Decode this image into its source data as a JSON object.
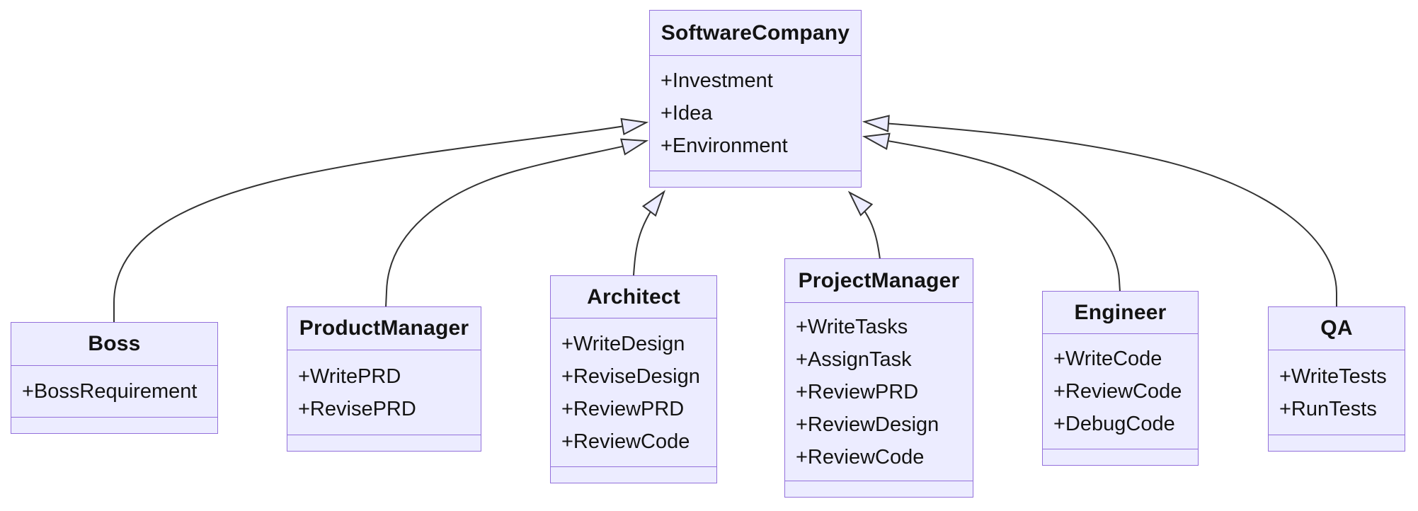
{
  "diagram": {
    "kind": "uml-class-diagram",
    "classes": [
      {
        "name": "SoftwareCompany",
        "attributes": [
          "+Investment",
          "+Idea",
          "+Environment"
        ]
      },
      {
        "name": "Boss",
        "attributes": [
          "+BossRequirement"
        ]
      },
      {
        "name": "ProductManager",
        "attributes": [
          "+WritePRD",
          "+RevisePRD"
        ]
      },
      {
        "name": "Architect",
        "attributes": [
          "+WriteDesign",
          "+ReviseDesign",
          "+ReviewPRD",
          "+ReviewCode"
        ]
      },
      {
        "name": "ProjectManager",
        "attributes": [
          "+WriteTasks",
          "+AssignTask",
          "+ReviewPRD",
          "+ReviewDesign",
          "+ReviewCode"
        ]
      },
      {
        "name": "Engineer",
        "attributes": [
          "+WriteCode",
          "+ReviewCode",
          "+DebugCode"
        ]
      },
      {
        "name": "QA",
        "attributes": [
          "+WriteTests",
          "+RunTests"
        ]
      }
    ],
    "relations": [
      {
        "from": "Boss",
        "to": "SoftwareCompany",
        "type": "inheritance"
      },
      {
        "from": "ProductManager",
        "to": "SoftwareCompany",
        "type": "inheritance"
      },
      {
        "from": "Architect",
        "to": "SoftwareCompany",
        "type": "inheritance"
      },
      {
        "from": "ProjectManager",
        "to": "SoftwareCompany",
        "type": "inheritance"
      },
      {
        "from": "Engineer",
        "to": "SoftwareCompany",
        "type": "inheritance"
      },
      {
        "from": "QA",
        "to": "SoftwareCompany",
        "type": "inheritance"
      }
    ],
    "colors": {
      "node_fill": "#ECECFF",
      "node_border": "#9370DB",
      "edge_line": "#333333",
      "text": "#131313",
      "background": "#FFFFFF"
    }
  }
}
